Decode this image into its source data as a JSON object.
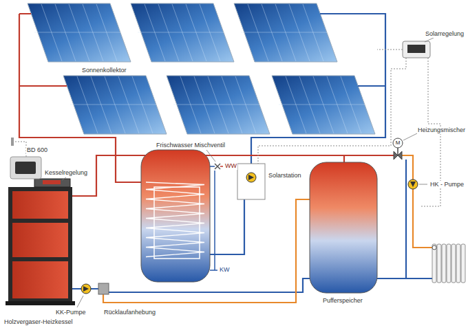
{
  "diagram": {
    "labels": [
      "Solarregelung",
      "Sonnenkollektor",
      "BD 600",
      "Heizungsmischer",
      "Frischwasser Mischventil",
      "WW",
      "Kesselregelung",
      "Solarstation",
      "M",
      "HK - Pumpe",
      "KW",
      "KK-Pumpe",
      "Rücklaufanhebung",
      "Pufferspeicher",
      "Holzvergaser-Heizkessel"
    ]
  }
}
